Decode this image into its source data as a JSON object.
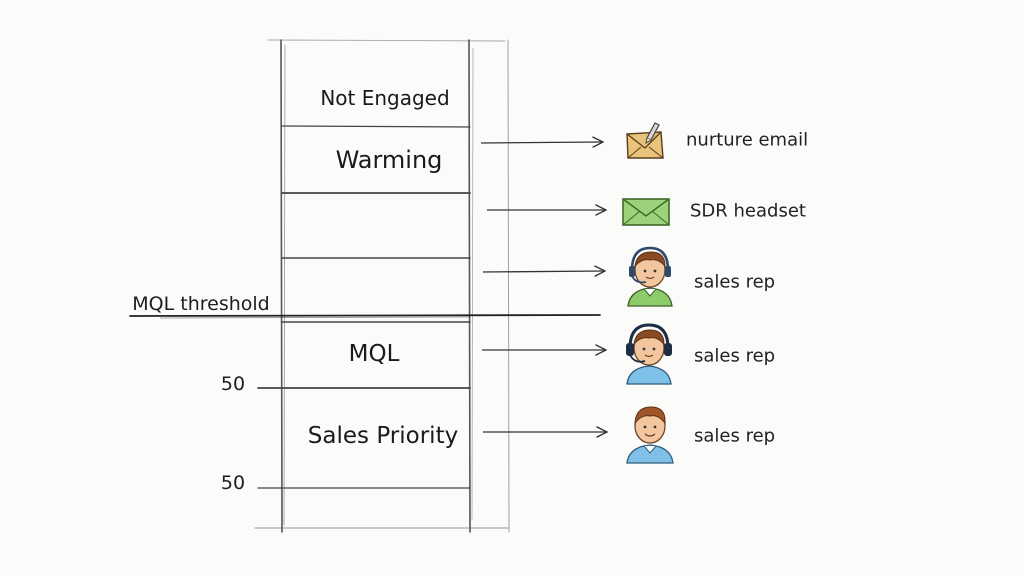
{
  "ladder": {
    "stages": [
      {
        "label": "Not Engaged"
      },
      {
        "label": "Warming"
      },
      {
        "label": ""
      },
      {
        "label": ""
      },
      {
        "label": "MQL"
      },
      {
        "label": "Sales Priority"
      }
    ]
  },
  "threshold": {
    "label": "MQL threshold"
  },
  "scores": [
    {
      "label": "50"
    },
    {
      "label": "50"
    }
  ],
  "actions": [
    {
      "icon": "envelope-with-pen-icon",
      "label": "nurture email"
    },
    {
      "icon": "green-envelope-icon",
      "label": "SDR headset"
    },
    {
      "icon": "sales-rep-headset-icon",
      "label": "sales rep"
    },
    {
      "icon": "sales-rep-headset-icon",
      "label": "sales rep"
    },
    {
      "icon": "sales-rep-icon",
      "label": "sales rep"
    }
  ],
  "colors": {
    "ink": "#2a2a2a",
    "envelope_tan": "#e9c27c",
    "envelope_green": "#9ed27a",
    "skin": "#f2c7a0",
    "hair": "#8a4b24",
    "shirt_green": "#8ccc6a",
    "shirt_blue": "#7ec0e8",
    "headset": "#2f4a6b"
  }
}
